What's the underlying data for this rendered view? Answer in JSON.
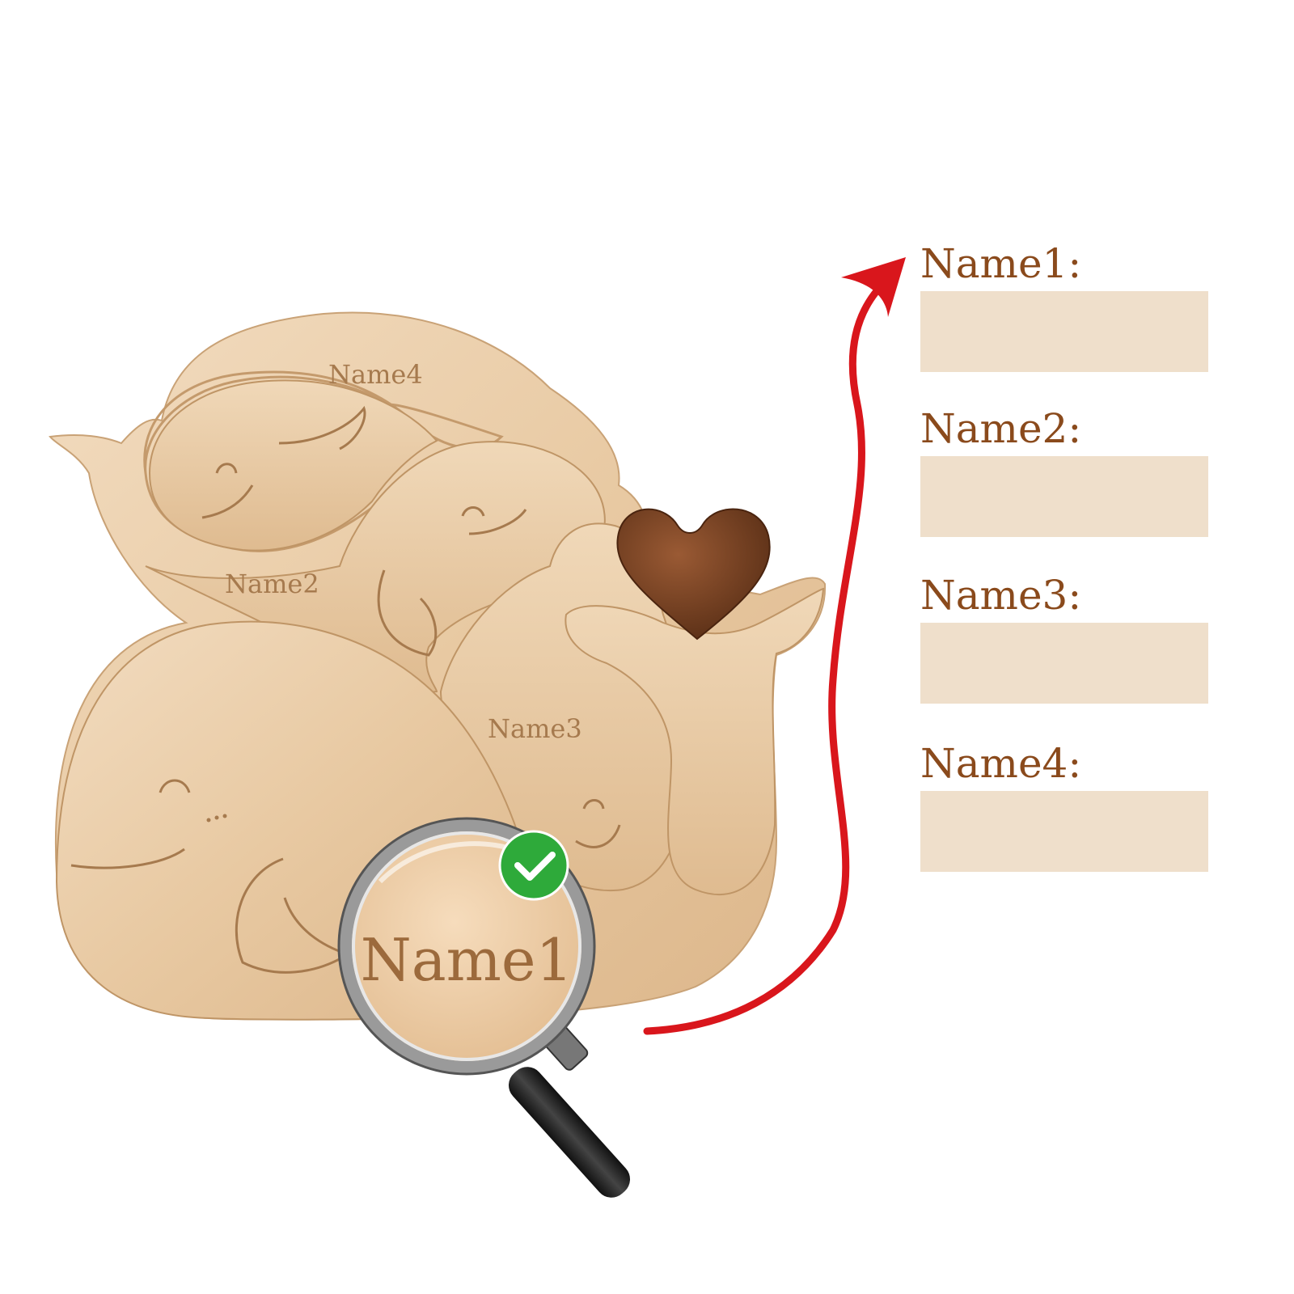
{
  "puzzle": {
    "engraved_names": {
      "whale_top": "Name4",
      "whale_second": "Name2",
      "whale_third": "Name3",
      "whale_big": "Name1"
    }
  },
  "magnifier": {
    "zoomed_text": "Name1",
    "badge_icon": "check-icon",
    "badge_color": "#2eaa3a"
  },
  "arrow": {
    "color": "#d9161c"
  },
  "form": {
    "fields": [
      {
        "label": "Name1:",
        "value": ""
      },
      {
        "label": "Name2:",
        "value": ""
      },
      {
        "label": "Name3:",
        "value": ""
      },
      {
        "label": "Name4:",
        "value": ""
      }
    ],
    "label_color": "#8a4a1c",
    "box_color": "#efdfcb"
  }
}
